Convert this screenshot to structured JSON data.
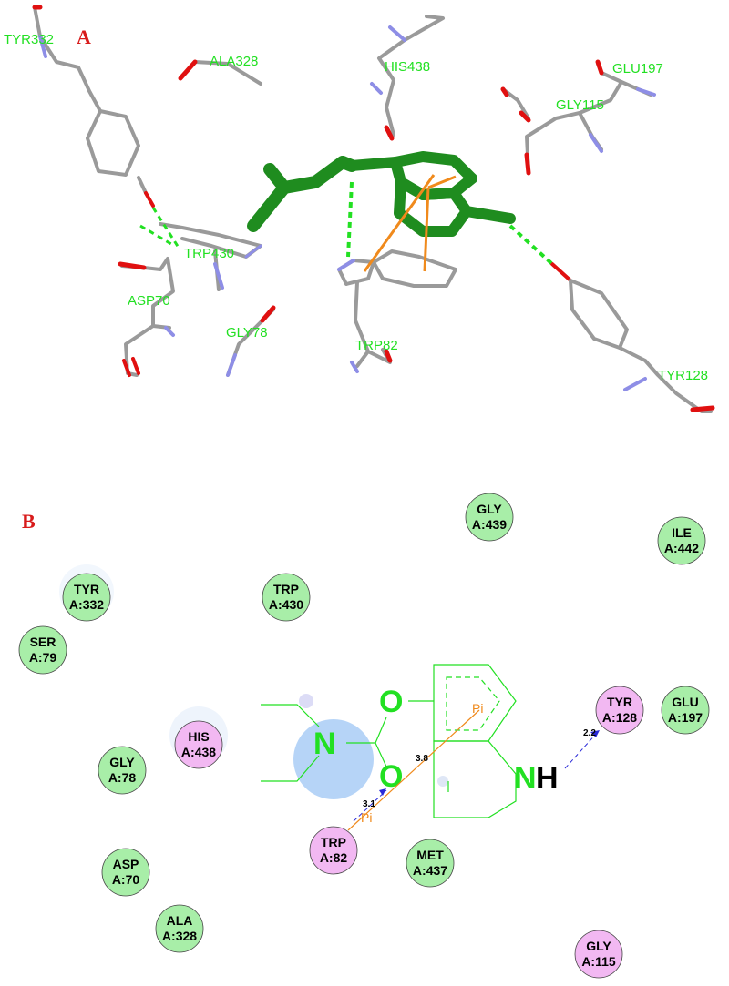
{
  "panels": {
    "a_label": "A",
    "b_label": "B"
  },
  "panel_a": {
    "residues": [
      "TYR332",
      "ALA328",
      "HIS438",
      "GLU197",
      "GLY115",
      "TRP430",
      "ASP70",
      "GLY78",
      "TRP82",
      "TYR128"
    ]
  },
  "panel_b": {
    "residues": [
      {
        "name": "GLY",
        "id": "A:439",
        "type": "vdw"
      },
      {
        "name": "ILE",
        "id": "A:442",
        "type": "vdw"
      },
      {
        "name": "TYR",
        "id": "A:332",
        "type": "vdw"
      },
      {
        "name": "TRP",
        "id": "A:430",
        "type": "vdw"
      },
      {
        "name": "SER",
        "id": "A:79",
        "type": "vdw"
      },
      {
        "name": "HIS",
        "id": "A:438",
        "type": "pi"
      },
      {
        "name": "TYR",
        "id": "A:128",
        "type": "pi"
      },
      {
        "name": "GLU",
        "id": "A:197",
        "type": "vdw"
      },
      {
        "name": "GLY",
        "id": "A:78",
        "type": "vdw"
      },
      {
        "name": "TRP",
        "id": "A:82",
        "type": "pi"
      },
      {
        "name": "MET",
        "id": "A:437",
        "type": "vdw"
      },
      {
        "name": "ASP",
        "id": "A:70",
        "type": "vdw"
      },
      {
        "name": "ALA",
        "id": "A:328",
        "type": "vdw"
      },
      {
        "name": "GLY",
        "id": "A:115",
        "type": "pi"
      }
    ],
    "atoms": {
      "o_top": "O",
      "o_bottom": "O",
      "n_amide": "N",
      "nh_n": "N",
      "nh_h": "H"
    },
    "pi_labels": [
      "Pi",
      "Pi"
    ],
    "distances": {
      "pi_pi": "3.8",
      "trp_hbond": "3.1",
      "tyr_hbond": "2.2"
    }
  },
  "colors": {
    "ligand": "#1f8c1f",
    "stick": "#9a9a9a",
    "oxygen": "#e01010",
    "nitrogen": "#8e8ee6",
    "hbond": "#22e022",
    "pi": "#f08a1c",
    "vdw_fill": "#a8eea8",
    "pi_fill": "#f2b8f2"
  }
}
